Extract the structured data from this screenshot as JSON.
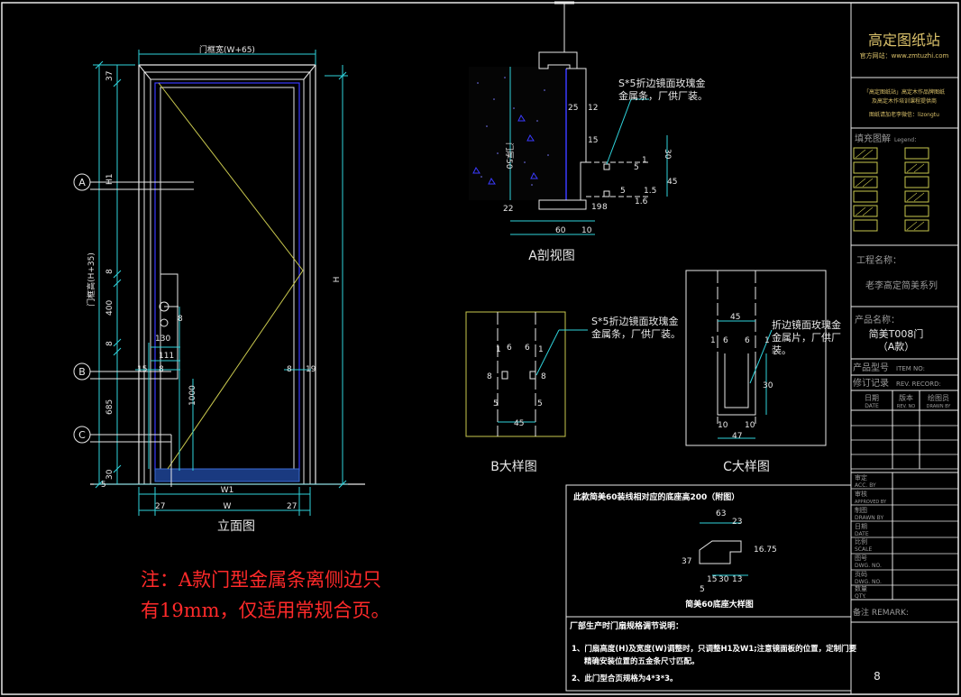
{
  "colors": {
    "frame": "#e8e8e8",
    "cyan": "#2fd3dc",
    "yellow": "#c9c84e",
    "blue": "#3a3aff",
    "red": "#ff2a2a",
    "white": "#ffffff",
    "gray": "#9a9a9a",
    "gold": "#d9c06a"
  },
  "elevation": {
    "caption": "立面图",
    "top_dim": "门框宽(W+65)",
    "left_dim": "门框高(H+35)",
    "height_dim": "H",
    "width_dim": "W",
    "inner_width": "W1",
    "dims_left": [
      "37",
      "H1",
      "8",
      "400",
      "8",
      "685",
      "30",
      "5"
    ],
    "dims_mid": [
      "130",
      "111",
      "15",
      "8",
      "8",
      "1000",
      "8",
      "19",
      "27",
      "27"
    ],
    "markers": [
      "A",
      "B",
      "C"
    ]
  },
  "section_a": {
    "caption": "A剖视图",
    "note": [
      "S*5折边镜面玫瑰金",
      "金属条，厂供厂装。"
    ],
    "label_thick": "门厚50",
    "dims": [
      "25",
      "12",
      "15",
      "30",
      "5",
      "1",
      "1.5",
      "45",
      "5",
      "1.6",
      "19",
      "8",
      "22",
      "60",
      "10"
    ]
  },
  "detail_b": {
    "caption": "B大样图",
    "note": [
      "S*5折边镜面玫瑰金",
      "金属条，厂供厂装。"
    ],
    "dims": [
      "1",
      "6",
      "6",
      "1",
      "8",
      "8",
      "5",
      "5",
      "45"
    ]
  },
  "detail_c": {
    "caption": "C大样图",
    "note": [
      "折边镜面玫瑰金",
      "金属片，厂供厂",
      "装。"
    ],
    "dims": [
      "45",
      "1",
      "6",
      "6",
      "1",
      "30",
      "10",
      "10",
      "47"
    ]
  },
  "table_note": {
    "title": "此款简美60装线相对应的底座高200（附图）",
    "sub_caption": "简美60底座大样图",
    "dims": [
      "63",
      "23",
      "37",
      "15",
      "30",
      "13",
      "5",
      "16.75"
    ],
    "factory_title": "厂部生产时门扇规格调节说明：",
    "items": [
      "1、门扇高度(H)及宽度(W)调整时，只调整H1及W1;注意镜面板的位置，定制门要",
      "精确安装位置的五金条尺寸匹配。",
      "2、此门型合页规格为4*3*3。"
    ]
  },
  "warning": [
    "注：A款门型金属条离侧边只",
    "有19mm，仅适用常规合页。"
  ],
  "title_block": {
    "brand": "高定图纸站",
    "site": "官方网站：www.zmtuzhi.com",
    "desc": [
      "「高定图纸站」高定木作品牌图纸",
      "及高定木作培训课程提供商"
    ],
    "contact": "图纸请加老李微信：lizongtu",
    "legend_title": "填充图解",
    "legend_sub": "Legend：",
    "project_label": "工程名称：",
    "project_name": "老李高定简美系列",
    "product_label": "产品名称：",
    "product_name": [
      "简美T008门",
      "（A款）"
    ],
    "model_label": "产品型号",
    "model_en": "ITEM NO:",
    "rev_label": "修订记录",
    "rev_en": "REV. RECORD:",
    "rev_cols": [
      [
        "日期",
        "DATE"
      ],
      [
        "版本",
        "REV. NO"
      ],
      [
        "绘图员",
        "DRAWN BY"
      ]
    ],
    "approvals": [
      [
        "审定",
        "ACC. BY"
      ],
      [
        "审核",
        "APPROVED BY"
      ],
      [
        "制图",
        "DRAWN BY"
      ],
      [
        "日期",
        "DATE"
      ],
      [
        "比例",
        "SCALE"
      ],
      [
        "图号",
        "DWG. NO."
      ],
      [
        "页码",
        "DWG. NO."
      ],
      [
        "数量",
        "QTY."
      ]
    ],
    "remark": "备注 REMARK:",
    "page": "8"
  }
}
